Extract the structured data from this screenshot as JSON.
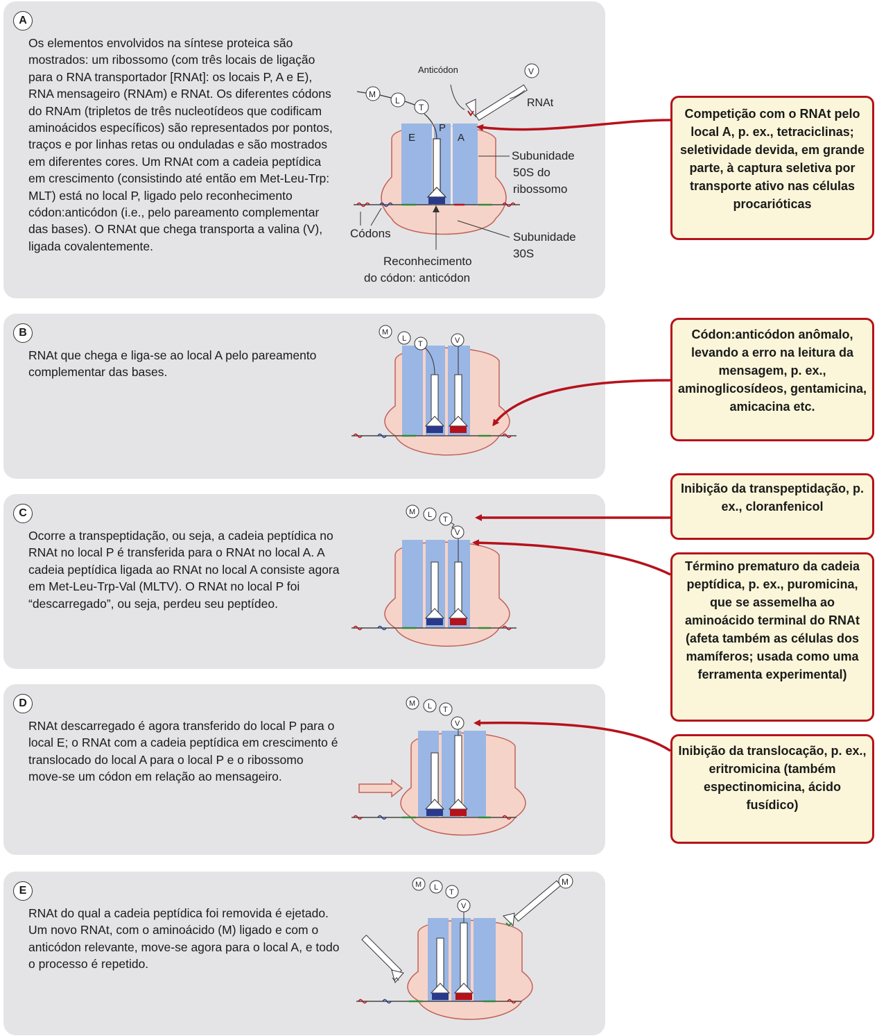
{
  "panels": [
    {
      "letter": "A",
      "text": "Os elementos envolvidos na síntese proteica são mostrados: um ribossomo (com três locais de ligação para o RNA transportador [RNAt]: os locais P, A e E), RNA mensageiro (RNAm) e RNAt. Os diferentes códons do RNAm (tripletos de três nucleotídeos que codificam aminoácidos específicos) são representados por pontos, traços e por linhas retas ou onduladas e são mostrados em diferentes cores. Um RNAt com a cadeia peptídica em crescimento (consistindo até então em Met-Leu-Trp: MLT) está no local P, ligado pelo reconhecimento códon:anticódon (i.e., pelo pareamento complementar das bases). O RNAt que chega transporta a valina (V), ligada covalentemente."
    },
    {
      "letter": "B",
      "text": "RNAt que chega e liga-se ao local A pelo pareamento complementar das bases."
    },
    {
      "letter": "C",
      "text": "Ocorre a transpeptidação, ou seja, a cadeia peptídica no RNAt no local P é transferida para o RNAt no local A. A cadeia peptídica ligada ao RNAt no local A consiste agora em Met-Leu-Trp-Val (MLTV). O RNAt no local P foi “descarregado”, ou seja, perdeu seu peptídeo."
    },
    {
      "letter": "D",
      "text": "RNAt descarregado é agora transferido do local P para o local E; o RNAt com a cadeia peptídica em crescimento é translocado do local A para o local P e o ribossomo move-se um códon em relação ao mensageiro."
    },
    {
      "letter": "E",
      "text": "RNAt do qual a cadeia peptídica foi removida é ejetado. Um novo RNAt, com o aminoácido (M) ligado e com o anticódon relevante, move-se agora para o local A, e todo o processo é repetido."
    }
  ],
  "labels": {
    "anticodon": "Anticódon",
    "rnat": "RNAt",
    "site_e": "E",
    "site_p": "P",
    "site_a": "A",
    "sub50_1": "Subunidade",
    "sub50_2": "50S do",
    "sub50_3": "ribossomo",
    "sub30_1": "Subunidade",
    "sub30_2": "30S",
    "codons": "Códons",
    "recog_1": "Reconhecimento",
    "recog_2": "do códon: anticódon",
    "aa_m": "M",
    "aa_l": "L",
    "aa_t": "T",
    "aa_v": "V"
  },
  "callouts": [
    "Competição com o RNAt pelo local A, p. ex., tetraciclinas; seletividade devida, em grande parte, à captura seletiva por transporte ativo nas células procarióticas",
    "Códon:anticódon anômalo, levando a erro na leitura da mensagem, p. ex., aminoglicosídeos, gentamicina, amicacina etc.",
    "Inibição da transpeptidação, p. ex., cloranfenicol",
    "Término prematuro da cadeia peptídica, p. ex., puromicina, que se assemelha ao aminoácido terminal do RNAt (afeta também as células dos mamíferos; usada como uma ferramenta experimental)",
    "Inibição da translocação, p. ex., eritromicina (também espectinomicina, ácido fusídico)"
  ],
  "colors": {
    "arrow": "#b5121b",
    "callout_bg": "#fbf6d9",
    "panel_bg": "#e4e4e6",
    "ribosome": "#f6d3c8",
    "site": "#9ab6e4"
  }
}
